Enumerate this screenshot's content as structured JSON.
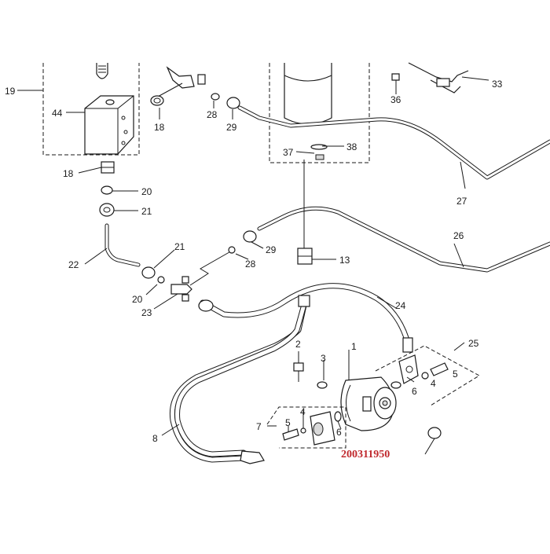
{
  "diagram": {
    "part_number": "200311950",
    "callouts": {
      "c1": "1",
      "c2": "2",
      "c3": "3",
      "c4a": "4",
      "c4b": "4",
      "c5a": "5",
      "c5b": "5",
      "c6a": "6",
      "c6b": "6",
      "c7": "7",
      "c8": "8",
      "c13": "13",
      "c18a": "18",
      "c18b": "18",
      "c19": "19",
      "c20a": "20",
      "c20b": "20",
      "c21a": "21",
      "c21b": "21",
      "c22": "22",
      "c23": "23",
      "c24": "24",
      "c25": "25",
      "c26": "26",
      "c27": "27",
      "c28a": "28",
      "c28b": "28",
      "c29a": "29",
      "c29b": "29",
      "c33": "33",
      "c36": "36",
      "c37": "37",
      "c38": "38",
      "c44": "44"
    }
  }
}
